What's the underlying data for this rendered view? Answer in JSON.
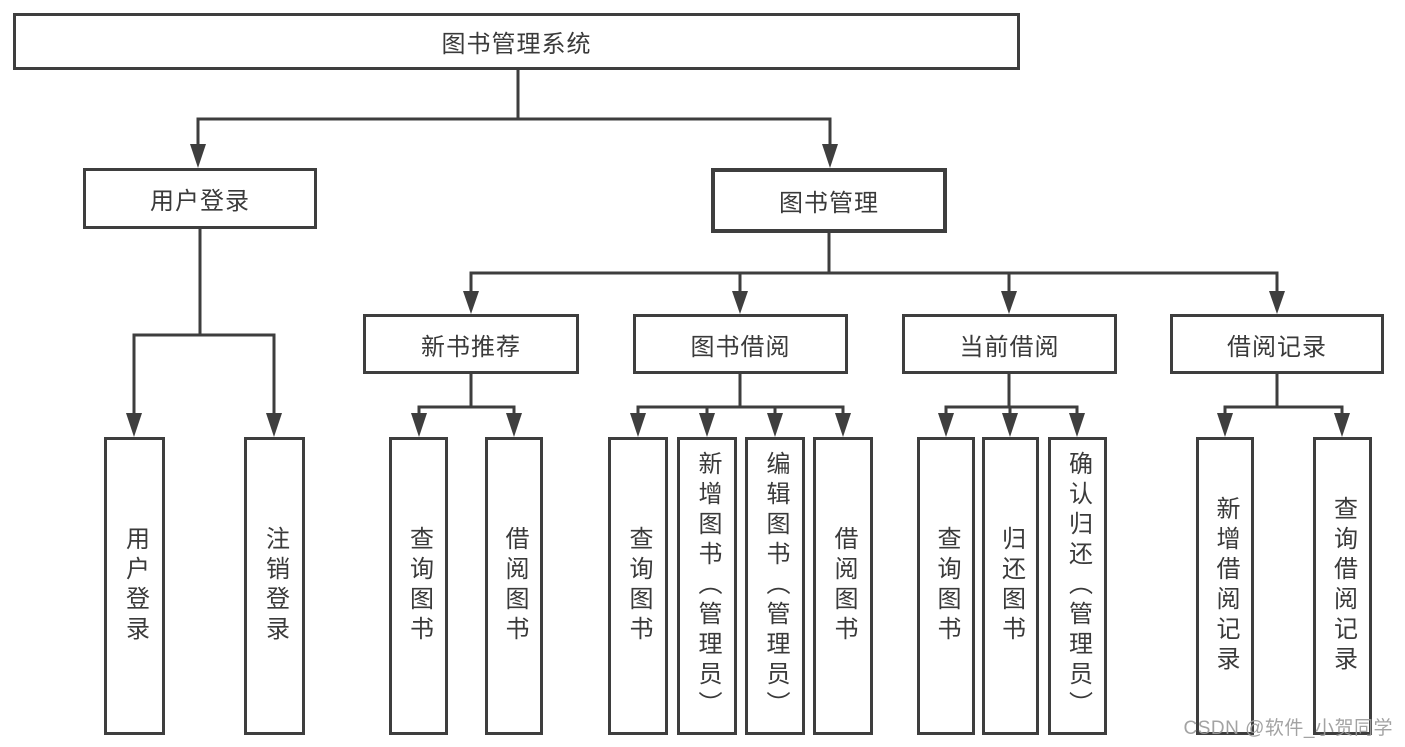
{
  "nodes": {
    "root": "图书管理系统",
    "user_login": "用户登录",
    "book_management": "图书管理",
    "new_book_recommend": "新书推荐",
    "book_borrow": "图书借阅",
    "current_borrow": "当前借阅",
    "borrow_records": "借阅记录"
  },
  "leaves": {
    "user_login_children": [
      "用户登录",
      "注销登录"
    ],
    "new_book_children": [
      "查询图书",
      "借阅图书"
    ],
    "book_borrow_children": [
      "查询图书",
      "新增图书（管理员）",
      "编辑图书（管理员）",
      "借阅图书"
    ],
    "current_borrow_children": [
      "查询图书",
      "归还图书",
      "确认归还（管理员）"
    ],
    "borrow_records_children": [
      "新增借阅记录",
      "查询借阅记录"
    ]
  },
  "watermark": "CSDN @软件_小贺同学",
  "colors": {
    "line": "#3e3e3e",
    "text": "#3a3a3a",
    "watermark": "#9b9b9b",
    "box_fill": "#ffffff"
  }
}
